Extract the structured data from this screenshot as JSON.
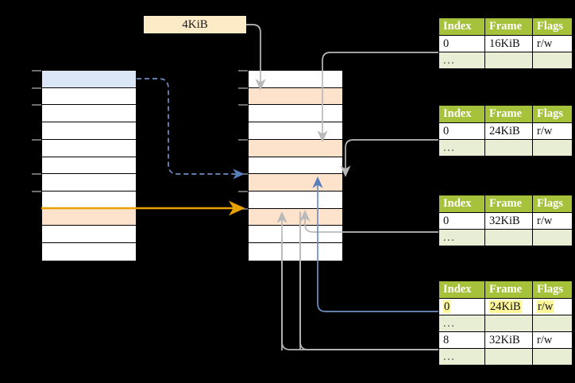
{
  "diagram": {
    "title_tag": {
      "label": "4KiB"
    },
    "colors": {
      "header_green": "#a6c23a",
      "ellipsis_row": "#e8eed3",
      "highlight_yellow": "#fdf59a",
      "peach_cell": "#fde2cc",
      "blue_cell": "#dbe7f7",
      "orange_arrow": "#e8a200",
      "blue_arrow": "#5a7fbd",
      "gray_arrow": "#b5b5b5",
      "tag_background": "#fdeac7"
    },
    "virtual_column": {
      "name": "virtual-address-space",
      "cell_count": 11,
      "cells": [
        {
          "index": 0,
          "fill": "blue"
        },
        {
          "index": 1,
          "fill": "white"
        },
        {
          "index": 2,
          "fill": "white"
        },
        {
          "index": 3,
          "fill": "white"
        },
        {
          "index": 4,
          "fill": "white"
        },
        {
          "index": 5,
          "fill": "white"
        },
        {
          "index": 6,
          "fill": "white"
        },
        {
          "index": 7,
          "fill": "white"
        },
        {
          "index": 8,
          "fill": "peach"
        },
        {
          "index": 9,
          "fill": "white"
        },
        {
          "index": 10,
          "fill": "white"
        }
      ]
    },
    "physical_column": {
      "name": "physical-memory",
      "cell_count": 11,
      "cells": [
        {
          "index": 0,
          "fill": "white"
        },
        {
          "index": 1,
          "fill": "peach"
        },
        {
          "index": 2,
          "fill": "white"
        },
        {
          "index": 3,
          "fill": "white"
        },
        {
          "index": 4,
          "fill": "peach"
        },
        {
          "index": 5,
          "fill": "white"
        },
        {
          "index": 6,
          "fill": "peach"
        },
        {
          "index": 7,
          "fill": "white"
        },
        {
          "index": 8,
          "fill": "peach"
        },
        {
          "index": 9,
          "fill": "white"
        },
        {
          "index": 10,
          "fill": "white"
        }
      ]
    },
    "tables": [
      {
        "name": "page-table-1",
        "headers": [
          "Index",
          "Frame",
          "Flags"
        ],
        "rows": [
          {
            "type": "data",
            "cells": [
              "0",
              "16KiB",
              "r/w"
            ],
            "highlight": [
              false,
              false,
              false
            ]
          },
          {
            "type": "ellipsis",
            "cells": [
              "...",
              "",
              ""
            ],
            "highlight": [
              false,
              false,
              false
            ]
          }
        ]
      },
      {
        "name": "page-table-2",
        "headers": [
          "Index",
          "Frame",
          "Flags"
        ],
        "rows": [
          {
            "type": "data",
            "cells": [
              "0",
              "24KiB",
              "r/w"
            ],
            "highlight": [
              false,
              false,
              false
            ]
          },
          {
            "type": "ellipsis",
            "cells": [
              "...",
              "",
              ""
            ],
            "highlight": [
              false,
              false,
              false
            ]
          }
        ]
      },
      {
        "name": "page-table-3",
        "headers": [
          "Index",
          "Frame",
          "Flags"
        ],
        "rows": [
          {
            "type": "data",
            "cells": [
              "0",
              "32KiB",
              "r/w"
            ],
            "highlight": [
              false,
              false,
              false
            ]
          },
          {
            "type": "ellipsis",
            "cells": [
              "...",
              "",
              ""
            ],
            "highlight": [
              false,
              false,
              false
            ]
          }
        ]
      },
      {
        "name": "page-table-4",
        "headers": [
          "Index",
          "Frame",
          "Flags"
        ],
        "rows": [
          {
            "type": "data",
            "cells": [
              "0",
              "24KiB",
              "r/w"
            ],
            "highlight": [
              true,
              true,
              true
            ]
          },
          {
            "type": "ellipsis",
            "cells": [
              "...",
              "",
              ""
            ],
            "highlight": [
              false,
              false,
              false
            ]
          },
          {
            "type": "data",
            "cells": [
              "8",
              "32KiB",
              "r/w"
            ],
            "highlight": [
              false,
              false,
              false
            ]
          },
          {
            "type": "ellipsis",
            "cells": [
              "...",
              "",
              ""
            ],
            "highlight": [
              false,
              false,
              false
            ]
          }
        ]
      }
    ]
  }
}
